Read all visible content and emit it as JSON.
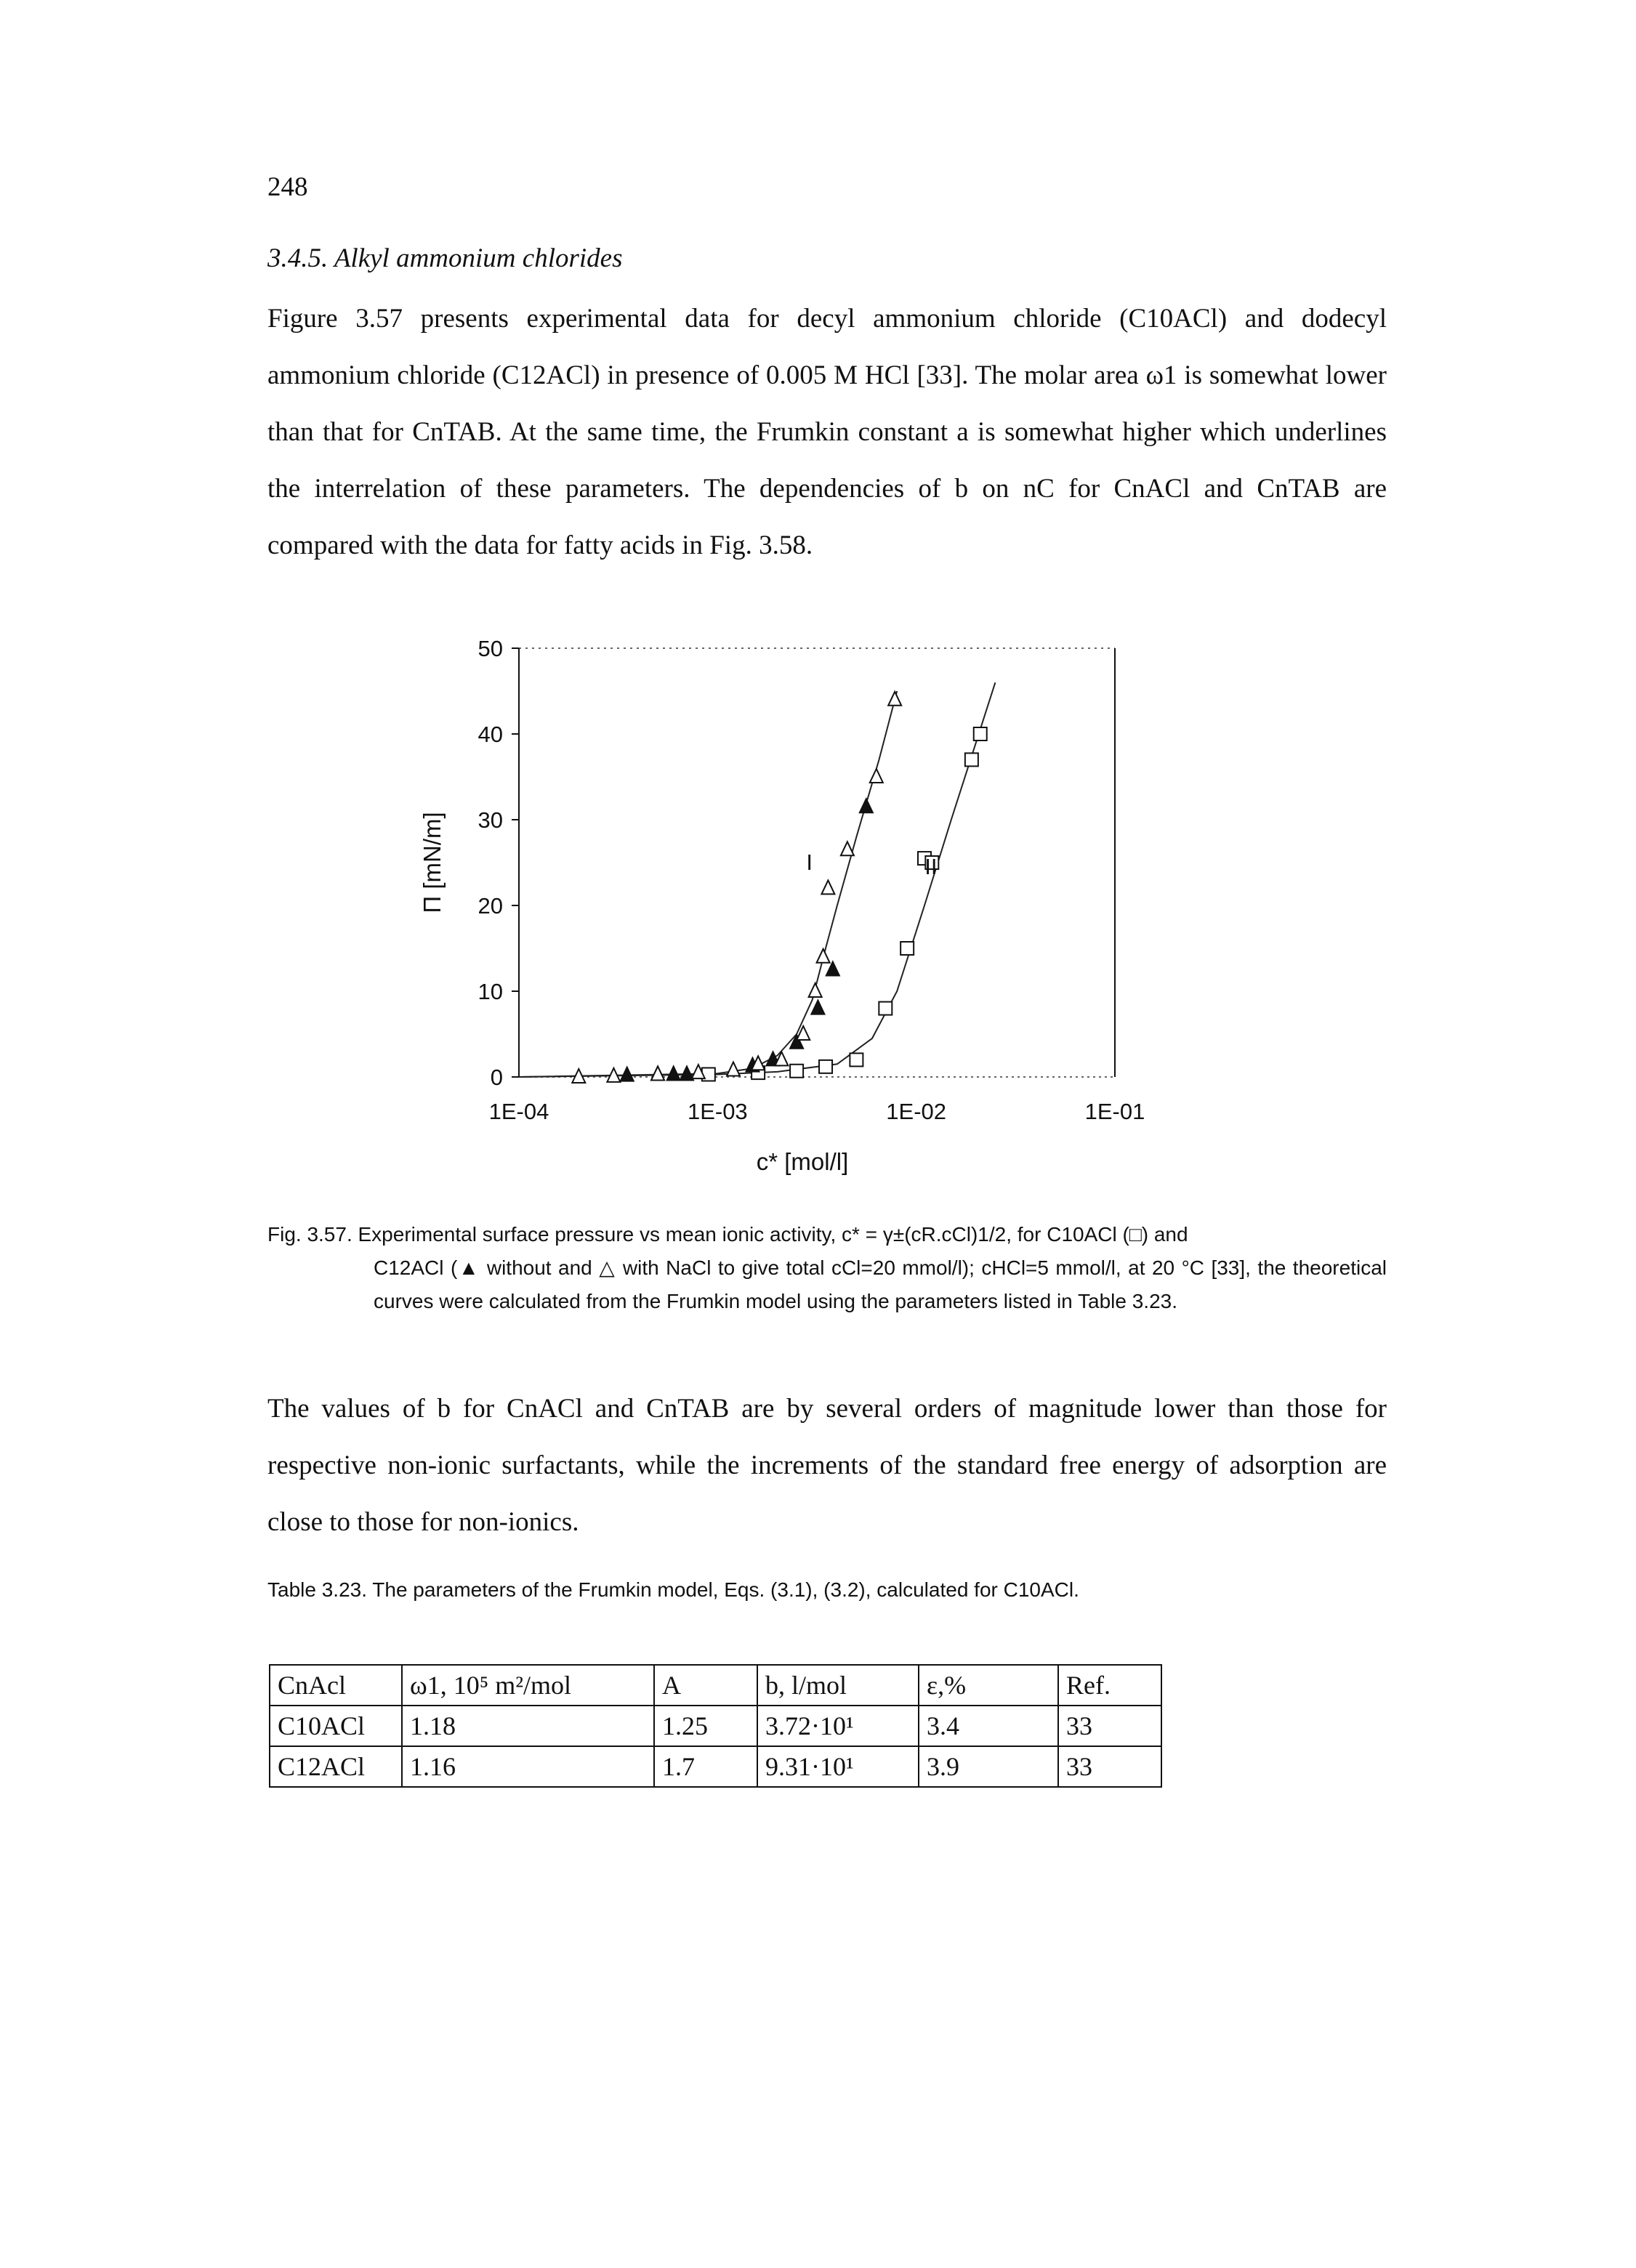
{
  "page": {
    "number": "248",
    "section_heading": "3.4.5.  Alkyl ammonium chlorides",
    "paragraph1": "Figure 3.57 presents experimental data for decyl ammonium chloride (C10ACl) and dodecyl ammonium chloride (C12ACl) in presence of 0.005 M HCl [33]. The molar area ω1 is somewhat lower than that for CnTAB. At the same time, the Frumkin constant a is somewhat higher which underlines the interrelation of these parameters. The dependencies of b on nC for CnACl and CnTAB are compared with the data for fatty acids in Fig. 3.58.",
    "figure_caption_line1": "Fig. 3.57. Experimental surface pressure vs mean ionic activity, c* = γ±(cR.cCl)1/2, for C10ACl (□) and",
    "figure_caption_line2": "C12ACl (▲ without and △ with NaCl to give total cCl=20 mmol/l); cHCl=5 mmol/l, at 20 °C [33], the theoretical curves were calculated from the Frumkin model using the parameters listed in Table 3.23.",
    "paragraph2": "The values of b for CnACl and CnTAB are by several orders of magnitude lower than those for respective non-ionic surfactants, while the increments of the standard free energy of adsorption are close to those for non-ionics.",
    "table_caption": "Table 3.23. The parameters of the Frumkin model, Eqs. (3.1), (3.2), calculated for C10ACl."
  },
  "table": {
    "headers": [
      "CnAcl",
      "ω1, 10⁵ m²/mol",
      "A",
      "b, l/mol",
      "ε,%",
      "Ref."
    ],
    "rows": [
      [
        "C10ACl",
        "1.18",
        "1.25",
        "3.72·10¹",
        "3.4",
        "33"
      ],
      [
        "C12ACl",
        "1.16",
        "1.7",
        "9.31·10¹",
        "3.9",
        "33"
      ]
    ]
  },
  "chart_data": {
    "type": "scatter",
    "title": "",
    "xlabel": "c* [mol/l]",
    "ylabel": "Π [mN/m]",
    "x_scale": "log",
    "xlim": [
      0.0001,
      0.1
    ],
    "ylim": [
      0,
      50
    ],
    "x_tick_labels": [
      "1E-04",
      "1E-03",
      "1E-02",
      "1E-01"
    ],
    "y_tick_labels": [
      "0",
      "10",
      "20",
      "30",
      "40",
      "50"
    ],
    "annotations": [
      "I",
      "II"
    ],
    "series": [
      {
        "marker": "square-open",
        "points": [
          [
            0.0009,
            0.3
          ],
          [
            0.0016,
            0.5
          ],
          [
            0.0025,
            0.7
          ],
          [
            0.0035,
            1.2
          ],
          [
            0.005,
            2.0
          ],
          [
            0.007,
            8.0
          ],
          [
            0.009,
            15.0
          ],
          [
            0.011,
            25.5
          ],
          [
            0.012,
            25.0
          ],
          [
            0.019,
            37.0
          ],
          [
            0.021,
            40.0
          ]
        ],
        "curve": [
          [
            0.0001,
            0.0
          ],
          [
            0.001,
            0.3
          ],
          [
            0.002,
            0.6
          ],
          [
            0.004,
            1.5
          ],
          [
            0.006,
            4.5
          ],
          [
            0.008,
            10.0
          ],
          [
            0.011,
            20.0
          ],
          [
            0.015,
            30.0
          ],
          [
            0.02,
            39.0
          ],
          [
            0.025,
            46.0
          ]
        ]
      },
      {
        "marker": "triangle-filled",
        "points": [
          [
            0.00035,
            0.2
          ],
          [
            0.0005,
            0.3
          ],
          [
            0.0006,
            0.3
          ],
          [
            0.0007,
            0.3
          ],
          [
            0.0015,
            1.3
          ],
          [
            0.0019,
            2.0
          ],
          [
            0.0025,
            4.0
          ],
          [
            0.0032,
            8.0
          ],
          [
            0.0038,
            12.5
          ],
          [
            0.0056,
            31.5
          ]
        ]
      },
      {
        "marker": "triangle-open",
        "points": [
          [
            0.0002,
            0.0
          ],
          [
            0.0003,
            0.1
          ],
          [
            0.0005,
            0.3
          ],
          [
            0.0008,
            0.5
          ],
          [
            0.0012,
            0.8
          ],
          [
            0.0016,
            1.5
          ],
          [
            0.0021,
            2.0
          ],
          [
            0.0027,
            5.0
          ],
          [
            0.0031,
            10.0
          ],
          [
            0.0034,
            14.0
          ],
          [
            0.0036,
            22.0
          ],
          [
            0.0045,
            26.5
          ],
          [
            0.0063,
            35.0
          ],
          [
            0.0078,
            44.0
          ]
        ],
        "curve": [
          [
            0.0001,
            0.0
          ],
          [
            0.001,
            0.4
          ],
          [
            0.0015,
            1.0
          ],
          [
            0.002,
            2.5
          ],
          [
            0.0025,
            5.0
          ],
          [
            0.003,
            9.0
          ],
          [
            0.0035,
            15.0
          ],
          [
            0.004,
            20.0
          ],
          [
            0.005,
            28.0
          ],
          [
            0.0065,
            37.0
          ],
          [
            0.008,
            45.0
          ]
        ]
      }
    ]
  }
}
